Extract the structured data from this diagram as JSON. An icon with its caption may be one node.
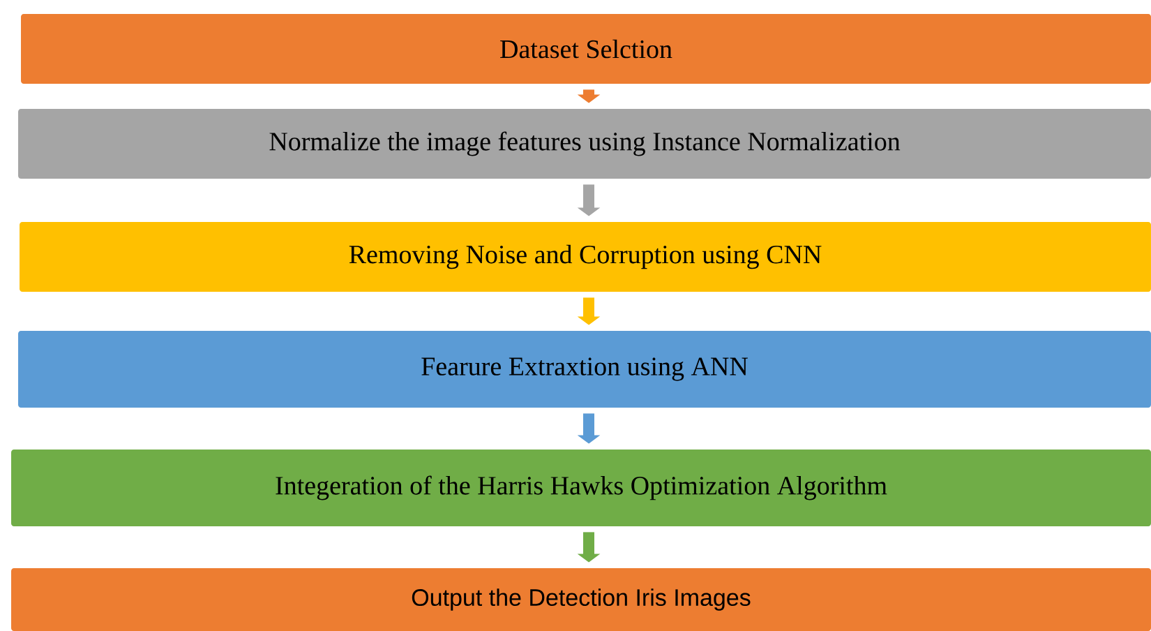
{
  "diagram": {
    "nodes": [
      {
        "text": [
          "Dataset Selction"
        ]
      },
      {
        "text": [
          "Normalize the image features using Instance Normalization"
        ]
      },
      {
        "text": [
          "Removing Noise and Corruption using CNN"
        ]
      },
      {
        "text": [
          "Fearure Extraxtion using ANN"
        ]
      },
      {
        "text": [
          "Integeration of the Harris Hawks Optimization Algorithm"
        ]
      },
      {
        "text": [
          "Output the Detection Iris Images"
        ]
      }
    ],
    "edges": [
      {
        "from": 0,
        "to": 1,
        "arrow": "to",
        "color": "#ed7d31"
      },
      {
        "from": 1,
        "to": 2,
        "arrow": "to",
        "color": "#a5a5a5"
      },
      {
        "from": 2,
        "to": 3,
        "arrow": "to",
        "color": "#ffc000"
      },
      {
        "from": 3,
        "to": 4,
        "arrow": "to",
        "color": "#5b9bd5"
      },
      {
        "from": 4,
        "to": 5,
        "arrow": "to",
        "color": "#70ad47"
      }
    ]
  }
}
